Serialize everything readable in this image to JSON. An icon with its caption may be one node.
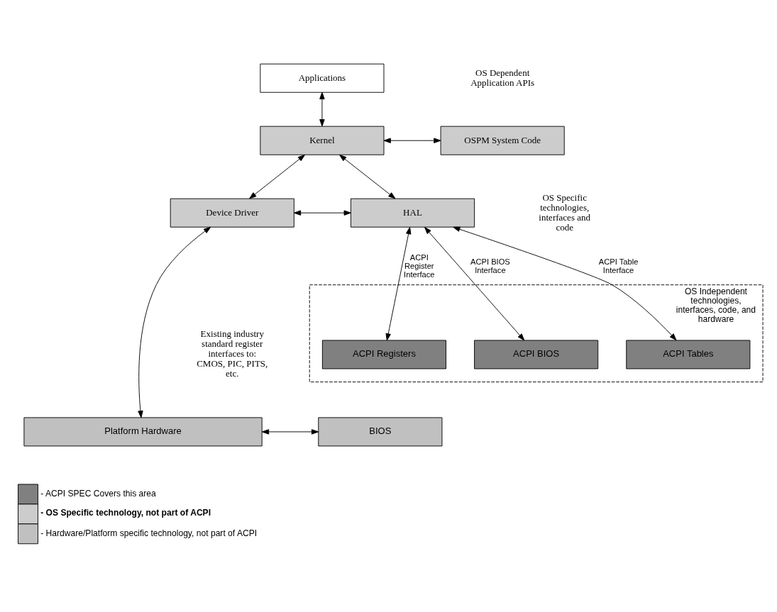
{
  "diagram": {
    "nodes": [
      {
        "text": [
          "Applications"
        ]
      },
      {
        "text": [
          "Kernel"
        ]
      },
      {
        "text": [
          "OSPM System Code"
        ]
      },
      {
        "text": [
          "Device Driver"
        ]
      },
      {
        "text": [
          "HAL"
        ]
      },
      {
        "text": [
          "OS Independent technologies, interfaces, code, and hardware"
        ]
      },
      {
        "text": [
          "ACPI Registers"
        ],
        "in": 5
      },
      {
        "text": [
          "ACPI BIOS"
        ],
        "in": 5
      },
      {
        "text": [
          "ACPI Tables"
        ],
        "in": 5
      },
      {
        "text": [
          "Platform Hardware"
        ]
      },
      {
        "text": [
          "BIOS"
        ]
      }
    ],
    "edges": [
      {
        "from": 0,
        "to": 1,
        "arrow": "both"
      },
      {
        "from": 1,
        "to": 2,
        "arrow": "both"
      },
      {
        "from": 1,
        "to": 3,
        "arrow": "both"
      },
      {
        "from": 1,
        "to": 4,
        "arrow": "both"
      },
      {
        "from": 3,
        "to": 4,
        "arrow": "both"
      },
      {
        "from": 4,
        "to": 6,
        "arrow": "both",
        "label": "ACPI Register Interface"
      },
      {
        "from": 4,
        "to": 7,
        "arrow": "both",
        "label": "ACPI BIOS Interface"
      },
      {
        "from": 4,
        "to": 8,
        "arrow": "both",
        "label": "ACPI Table Interface"
      },
      {
        "from": 3,
        "to": 9,
        "arrow": "both"
      },
      {
        "from": 9,
        "to": 10,
        "arrow": "both"
      }
    ],
    "labels": [
      "OS Dependent Application APIs",
      "OS Specific technologies, interfaces and code",
      "Existing industry standard register interfaces to: CMOS, PIC, PITS, etc."
    ],
    "legend": [
      {
        "text": "- ACPI SPEC Covers this area",
        "color": "#808080"
      },
      {
        "text": "- OS Specific technology, not part of ACPI",
        "color": "#cccccc"
      },
      {
        "text": "- Hardware/Platform specific technology, not part of ACPI",
        "color": "#c0c0c0"
      }
    ]
  }
}
